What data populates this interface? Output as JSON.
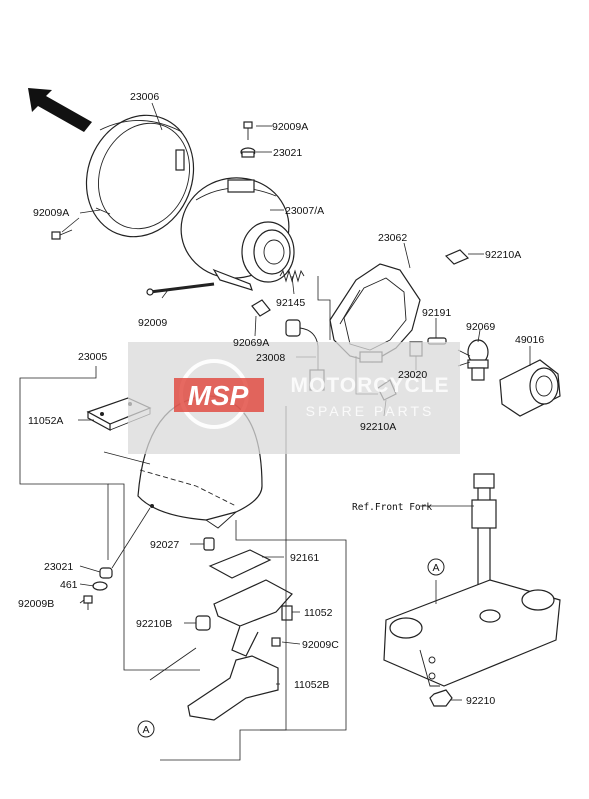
{
  "labels": {
    "p23006": "23006",
    "p92009A_top": "92009A",
    "p23021_top": "23021",
    "p23007A": "23007/A",
    "p92009A_left": "92009A",
    "p23062": "23062",
    "p92210A_top": "92210A",
    "p92145": "92145",
    "p92009": "92009",
    "p92069A": "92069A",
    "p92191": "92191",
    "p92069": "92069",
    "p49016": "49016",
    "p23005": "23005",
    "p23008": "23008",
    "p23020": "23020",
    "p11052A": "11052A",
    "p92210A_bottom": "92210A",
    "ref_front_fork": "Ref.Front Fork",
    "p92027": "92027",
    "p92161": "92161",
    "p23021_bottom": "23021",
    "p461": "461",
    "p92009B": "92009B",
    "p11052": "11052",
    "p92210B": "92210B",
    "p92009C": "92009C",
    "p11052B": "11052B",
    "p92210": "92210",
    "callout_a_bottom": "A",
    "callout_a_right": "A"
  },
  "watermark": {
    "logo": "MSP",
    "line1": "MOTORCYCLE",
    "line2": "SPARE PARTS"
  },
  "colors": {
    "watermark_band": "#d9d9d9",
    "logo_red": "#e0433a",
    "ink": "#222222"
  }
}
